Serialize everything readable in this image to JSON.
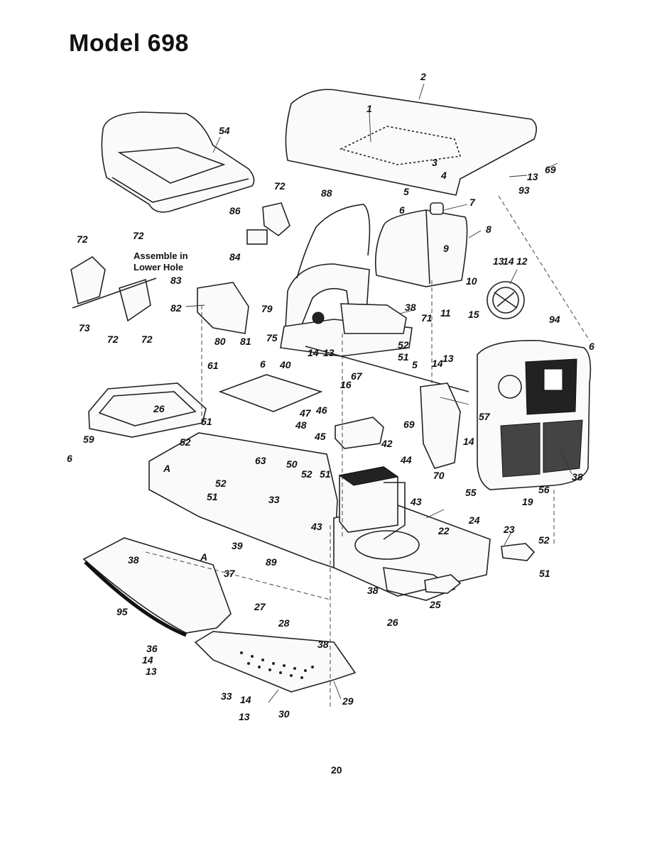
{
  "title": "Model 698",
  "note": {
    "line1": "Assemble in",
    "line2": "Lower Hole"
  },
  "page_number": "20",
  "labels": {
    "l1": "1",
    "l2": "2",
    "l3": "3",
    "l4": "4",
    "l5a": "5",
    "l5b": "5",
    "l6a": "6",
    "l6b": "6",
    "l6c": "6",
    "l6d": "6",
    "l7": "7",
    "l8": "8",
    "l9": "9",
    "l10": "10",
    "l11": "11",
    "l12": "12",
    "l13a": "13",
    "l13b": "13",
    "l13c": "13",
    "l13d": "13",
    "l13e": "13",
    "l13f": "13",
    "l14a": "14",
    "l14b": "14",
    "l14c": "14",
    "l14d": "14",
    "l14e": "14",
    "l14f": "14",
    "l15": "15",
    "l16": "16",
    "l19": "19",
    "l22": "22",
    "l23": "23",
    "l24": "24",
    "l25": "25",
    "l26a": "26",
    "l26b": "26",
    "l27": "27",
    "l28": "28",
    "l29": "29",
    "l30": "30",
    "l33a": "33",
    "l33b": "33",
    "l36": "36",
    "l37": "37",
    "l38a": "38",
    "l38b": "38",
    "l38c": "38",
    "l38d": "38",
    "l38e": "38",
    "l39": "39",
    "l40": "40",
    "l42": "42",
    "l43a": "43",
    "l43b": "43",
    "l44": "44",
    "l45": "45",
    "l46": "46",
    "l47": "47",
    "l48": "48",
    "l50": "50",
    "l51a": "51",
    "l51b": "51",
    "l51c": "51",
    "l51d": "51",
    "l51e": "51",
    "l52a": "52",
    "l52b": "52",
    "l52c": "52",
    "l52d": "52",
    "l52e": "52",
    "l54": "54",
    "l55": "55",
    "l56": "56",
    "l57": "57",
    "l59": "59",
    "l61": "61",
    "l63": "63",
    "l67": "67",
    "l69a": "69",
    "l69b": "69",
    "l70": "70",
    "l71": "71",
    "l72a": "72",
    "l72b": "72",
    "l72c": "72",
    "l72d": "72",
    "l72e": "72",
    "l73": "73",
    "l75": "75",
    "l79": "79",
    "l80": "80",
    "l81": "81",
    "l82": "82",
    "l83": "83",
    "l84": "84",
    "l86": "86",
    "l88": "88",
    "l89": "89",
    "l93": "93",
    "l94": "94",
    "l95": "95",
    "lA1": "A",
    "lA2": "A"
  }
}
